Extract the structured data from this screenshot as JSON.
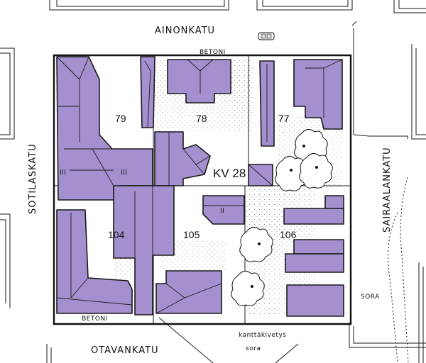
{
  "streets": {
    "north": "AINONKATU",
    "west": "SOTILASKATU",
    "south": "OTAVANKATU",
    "east": "SAIRAALANKATU"
  },
  "block": {
    "label": "KV 28"
  },
  "parcels": [
    {
      "number": "79"
    },
    {
      "number": "78"
    },
    {
      "number": "77"
    },
    {
      "number": "104"
    },
    {
      "number": "105"
    },
    {
      "number": "106"
    }
  ],
  "floors": {
    "a": "III",
    "b": "III",
    "c": "II"
  },
  "surfaces": {
    "north": "BETONI",
    "south": "BETONI",
    "east": "SORA",
    "south_paving": "kanttäkivetys",
    "south_gravel": "sora"
  },
  "colors": {
    "building": "#a590cf",
    "ink": "#1a1a1a",
    "paper": "#ffffff"
  }
}
